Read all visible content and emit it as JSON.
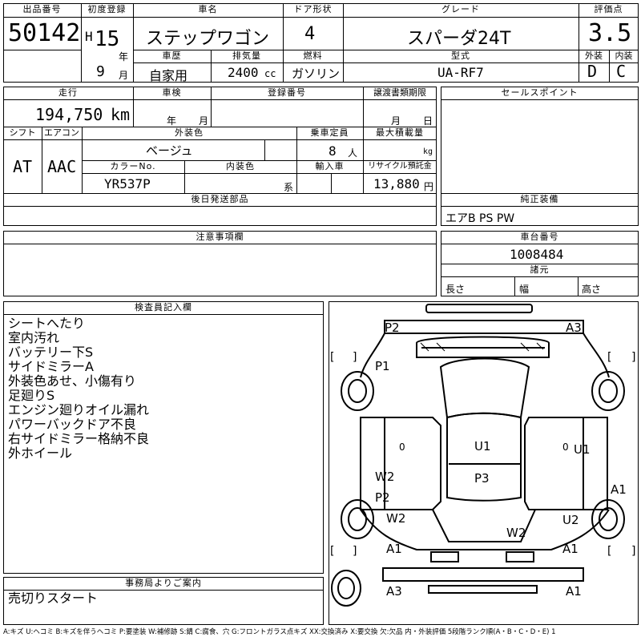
{
  "header": {
    "lot_label": "出品番号",
    "lot_no": "50142",
    "first_reg_label": "初度登録",
    "era": "H",
    "year_no": "15",
    "year_unit": "年",
    "month_no": "9",
    "month_unit": "月",
    "car_name_label": "車名",
    "car_name": "ステップワゴン",
    "door_label": "ドア形状",
    "door": "4",
    "grade_label": "グレード",
    "grade": "スパーダ24T",
    "score_label": "評価点",
    "score": "3.5",
    "history_label": "車歴",
    "history": "自家用",
    "displacement_label": "排気量",
    "displacement": "2400",
    "displacement_unit": "cc",
    "fuel_label": "燃料",
    "fuel": "ガソリン",
    "model_label": "型式",
    "model": "UA-RF7",
    "exterior_label": "外装",
    "exterior_score": "D",
    "interior_label": "内装",
    "interior_score": "C"
  },
  "specs": {
    "mileage_label": "走行",
    "mileage": "194,750",
    "mileage_unit": "km",
    "inspection_label": "車検",
    "insp_year_unit": "年",
    "insp_month_unit": "月",
    "reg_no_label": "登録番号",
    "transfer_label": "譲渡書類期限",
    "transfer_month_unit": "月",
    "transfer_day_unit": "日",
    "shift_label": "シフト",
    "shift": "AT",
    "ac_label": "エアコン",
    "ac": "AAC",
    "ext_color_label": "外装色",
    "ext_color": "ベージュ",
    "capacity_label": "乗車定員",
    "capacity": "8",
    "capacity_unit": "人",
    "max_load_label": "最大積載量",
    "max_load_unit": "kg",
    "color_no_label": "カラーNo.",
    "color_no": "YR537P",
    "int_color_label": "内装色",
    "int_color_unit": "系",
    "import_label": "輸入車",
    "recycle_label": "リサイクル預託金",
    "recycle": "13,880",
    "recycle_unit": "円",
    "later_parts_label": "後日発送部品"
  },
  "right_panel": {
    "sales_point_label": "セールスポイント",
    "equipment_label": "純正装備",
    "equipment": "エアB PS PW",
    "chassis_label": "車台番号",
    "chassis_no": "1008484",
    "dims_label": "諸元",
    "length_label": "長さ",
    "width_label": "幅",
    "height_label": "高さ"
  },
  "caution_label": "注意事項欄",
  "inspector": {
    "label": "検査員記入欄",
    "notes": [
      "シートへたり",
      "室内汚れ",
      "バッテリー下S",
      "サイドミラーA",
      "外装色あせ、小傷有り",
      "足廻りS",
      "エンジン廻りオイル漏れ",
      "パワーバックドア不良",
      "右サイドミラー格納不良",
      "外ホイール"
    ]
  },
  "office": {
    "label": "事務局よりご案内",
    "note": "売切りスタート"
  },
  "diagram": {
    "marks": [
      "P2",
      "A3",
      "P1",
      "U1",
      "U1",
      "P3",
      "W2",
      "P2",
      "W2",
      "A1",
      "U2",
      "W2",
      "A1",
      "A1",
      "A3",
      "A1"
    ],
    "brackets": [
      "[",
      "]",
      "[",
      "]",
      "[",
      "]",
      "[",
      "]"
    ]
  },
  "legend": "A:キズ U:ヘコミ B:キズを伴うヘコミ P:要塗装 W:補修跡 S:錆 C:腐食、穴 G:フロントガラス点キズ XX:交換済み X:要交換 欠:欠品 内・外装評価 5段階ランク順(A・B・C・D・E) 1"
}
